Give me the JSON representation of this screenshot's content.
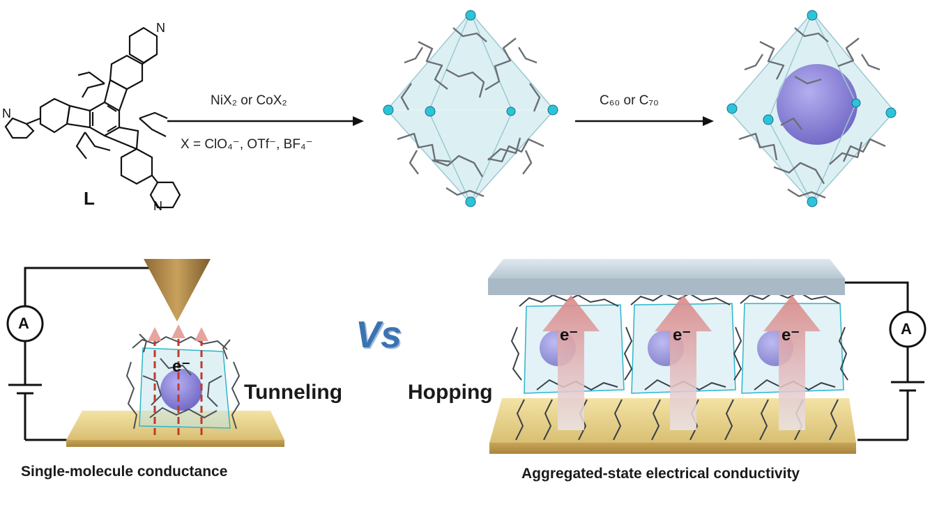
{
  "top": {
    "ligand_label": "L",
    "reaction1": {
      "reagent": "NiX₂ or CoX₂",
      "counterions": "X = ClO₄⁻, OTf⁻, BF₄⁻"
    },
    "reaction2": {
      "reagent": "C₆₀ or C₇₀"
    },
    "pyridine_atom": "N"
  },
  "bottom": {
    "left": {
      "mechanism": "Tunneling",
      "caption": "Single-molecule conductance",
      "meter": "A",
      "electron": "e⁻"
    },
    "center": {
      "vs": "Vs"
    },
    "right": {
      "mechanism": "Hopping",
      "caption": "Aggregated-state electrical conductivity",
      "meter": "A",
      "electron": "e⁻"
    }
  },
  "colors": {
    "gold_substrate": "#d9c07a",
    "electrode_top": "#c9d6df",
    "tip": "#b08a4a",
    "cage_fill": "#bfe3ea",
    "fullerene": "#8f88d6",
    "metal_node": "#2bc4d9",
    "vs_text": "#3b73b0",
    "arrow": "#d98c8c"
  }
}
